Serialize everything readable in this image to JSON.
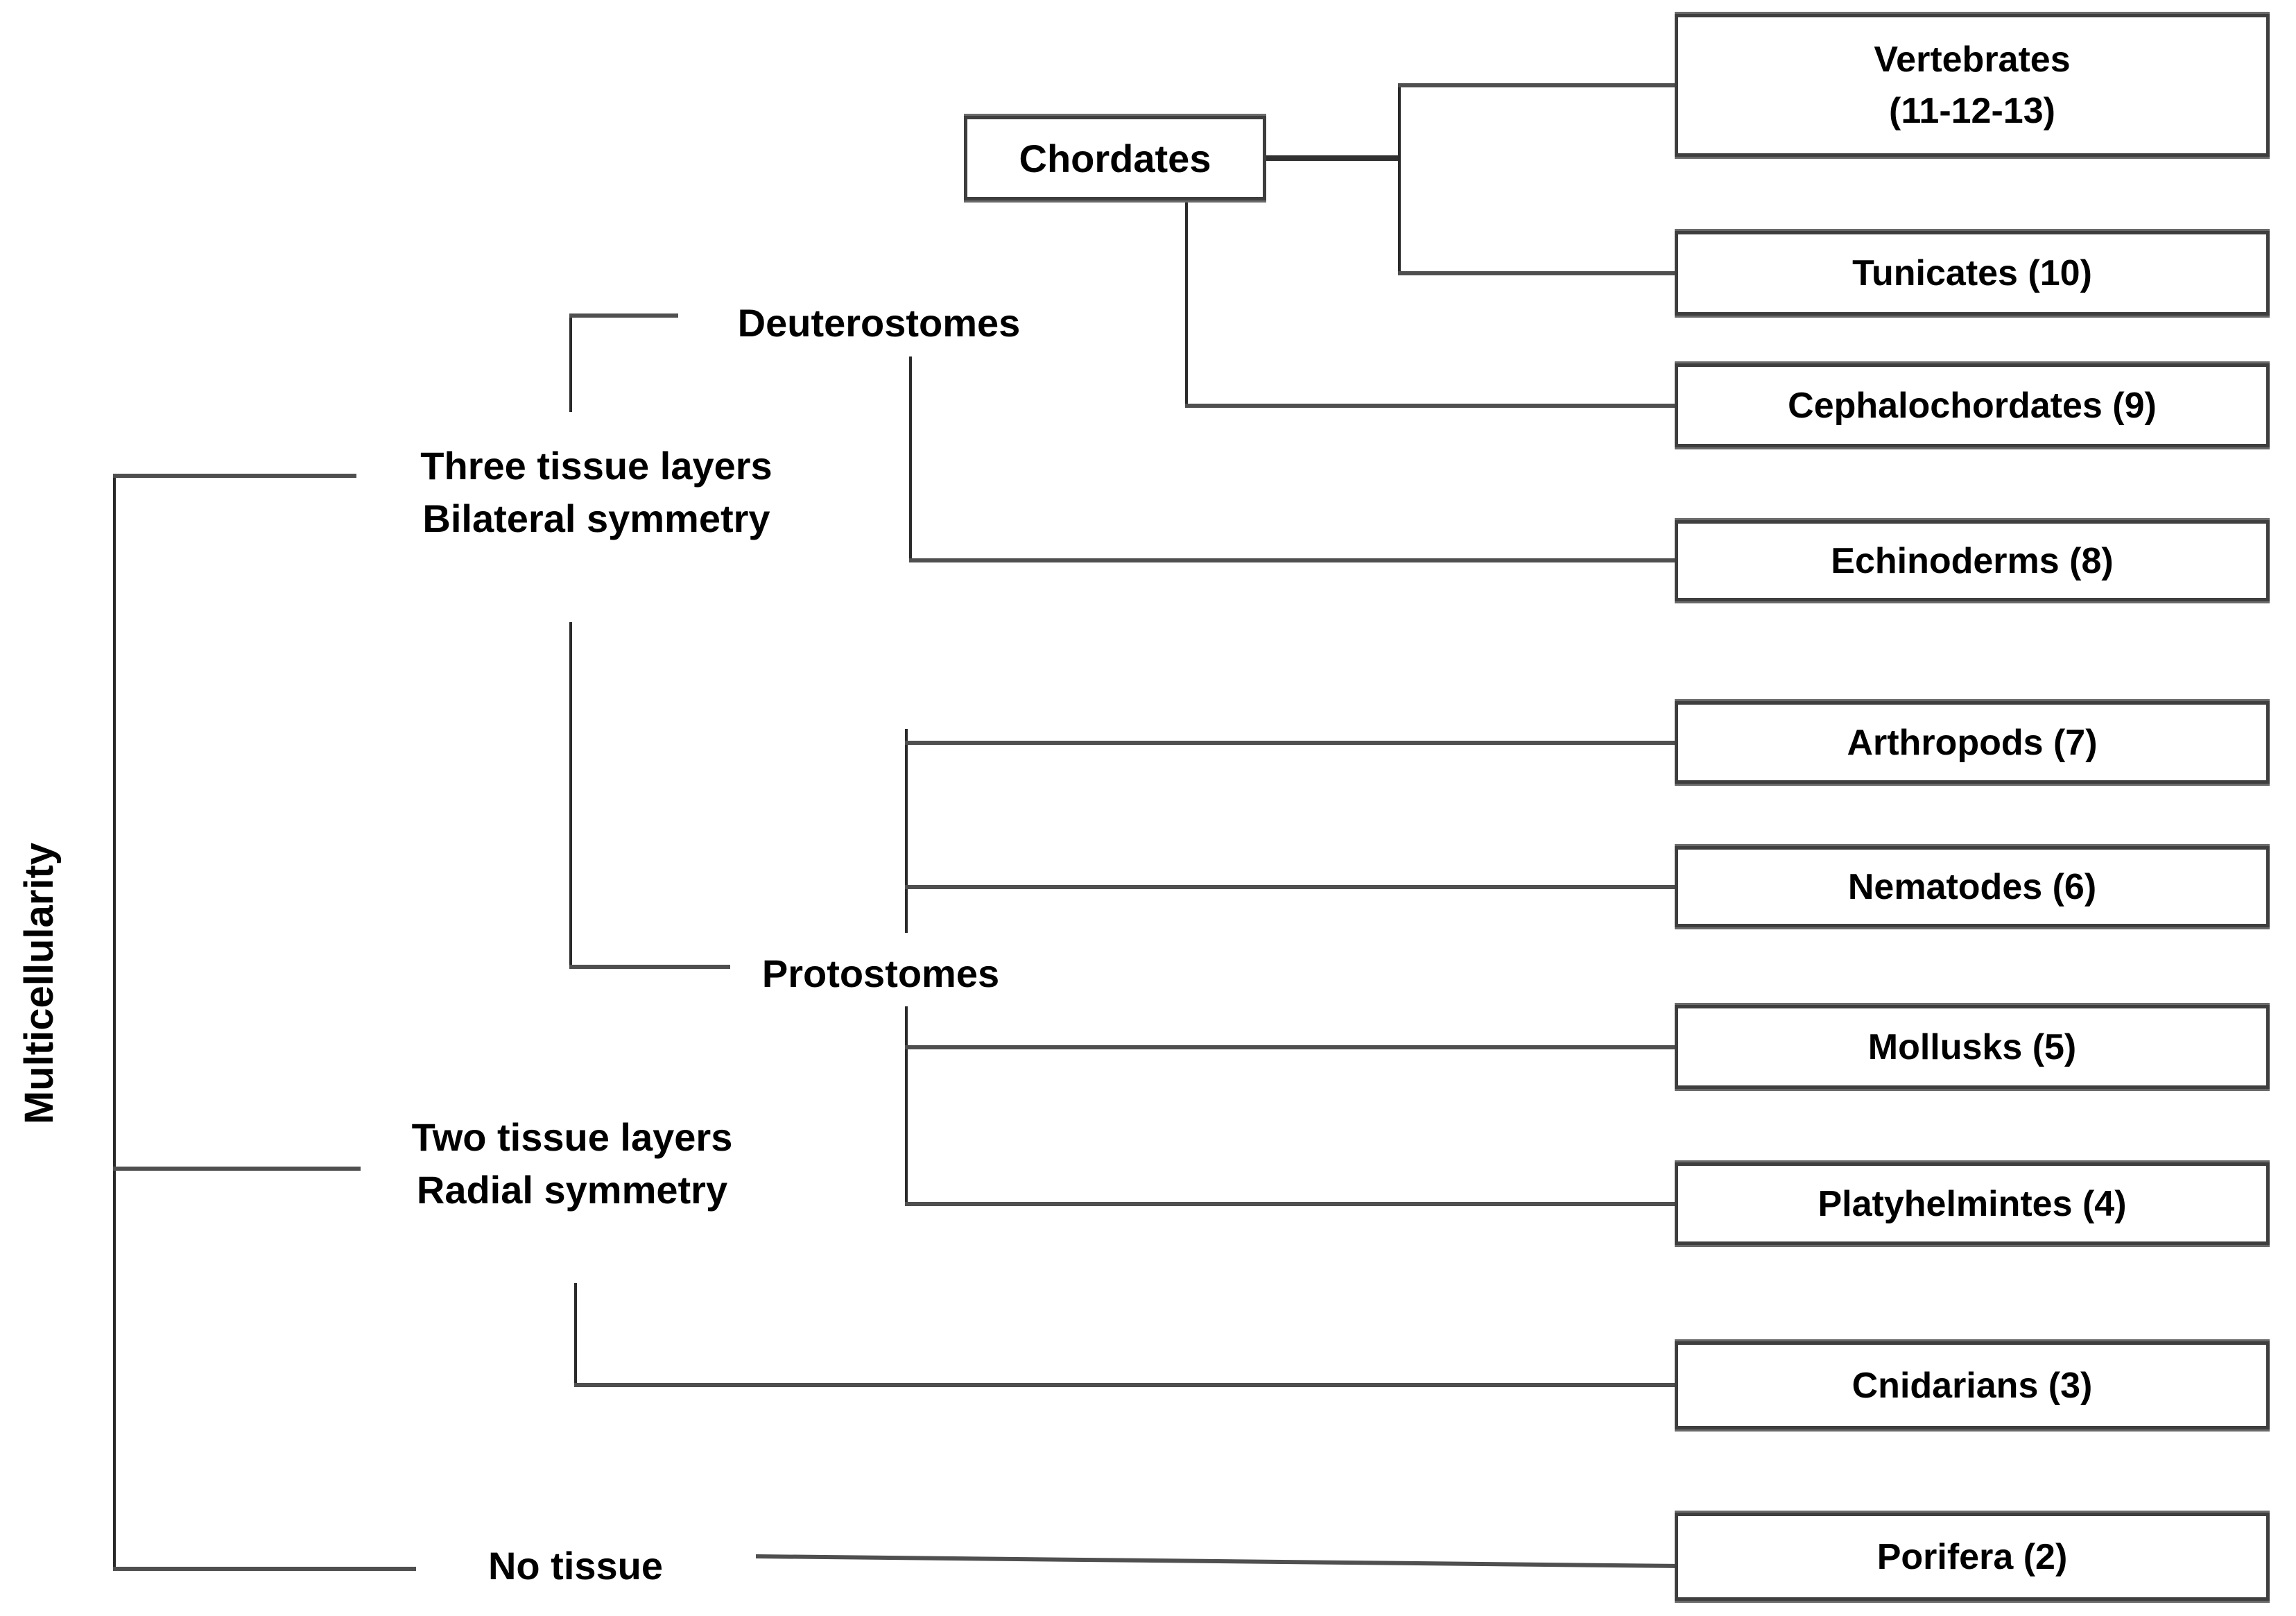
{
  "diagram": {
    "axis_label": "Multicellularity",
    "nodes": {
      "chordates": "Chordates",
      "deuterostomes": "Deuterostomes",
      "protostomes": "Protostomes",
      "three_tissue": {
        "line1": "Three tissue layers",
        "line2": "Bilateral symmetry"
      },
      "two_tissue": {
        "line1": "Two tissue layers",
        "line2": "Radial symmetry"
      },
      "no_tissue": "No tissue"
    },
    "taxa": [
      {
        "name": "Vertebrates",
        "numbers": "(11-12-13)"
      },
      {
        "name": "Tunicates (10)"
      },
      {
        "name": "Cephalochordates (9)"
      },
      {
        "name": "Echinoderms (8)"
      },
      {
        "name": "Arthropods (7)"
      },
      {
        "name": "Nematodes (6)"
      },
      {
        "name": "Mollusks (5)"
      },
      {
        "name": "Platyhelmintes (4)"
      },
      {
        "name": "Cnidarians (3)"
      },
      {
        "name": "Porifera (2)"
      }
    ],
    "theme": {
      "background": "#ffffff",
      "text_color": "#000000",
      "line_color": "#4f4f4f",
      "vline_color": "#2a2a2a",
      "box_border_color": "#3e3e3e",
      "box_background": "#ffffff"
    }
  }
}
